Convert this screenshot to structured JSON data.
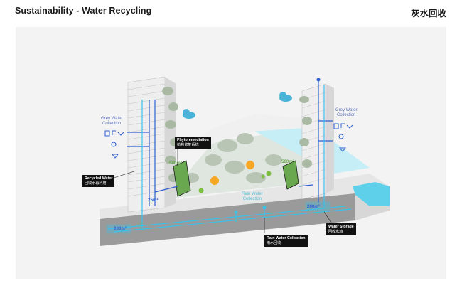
{
  "header": {
    "title": "Sustainability - Water Recycling",
    "cn_title": "灰水回收"
  },
  "labels": {
    "recycled": {
      "en": "Recycled Water",
      "cn": "回收水再利用"
    },
    "phyto": {
      "en": "Phytoremediation",
      "cn": "植物修复系统"
    },
    "rain": {
      "en": "Rain Water Collection",
      "cn": "雨水回收"
    },
    "storage": {
      "en": "Water Storage",
      "cn": "回收水箱"
    },
    "grey_left_1": "Grey Water",
    "grey_left_2": "Collection",
    "grey_right_1": "Grey Water",
    "grey_right_2": "Collection",
    "rain_mid_1": "Rain Water",
    "rain_mid_2": "Collection"
  },
  "areas": {
    "a_500_left": "500m²",
    "a_500_right": "500m²",
    "a_25": "25m²",
    "a_200_left": "200m³",
    "a_200_right": "200m³"
  },
  "colors": {
    "blue": "#2f5fd0",
    "cyan": "#3cc1e8",
    "green": "#6aa84f",
    "grey": "#bfbfbf"
  }
}
